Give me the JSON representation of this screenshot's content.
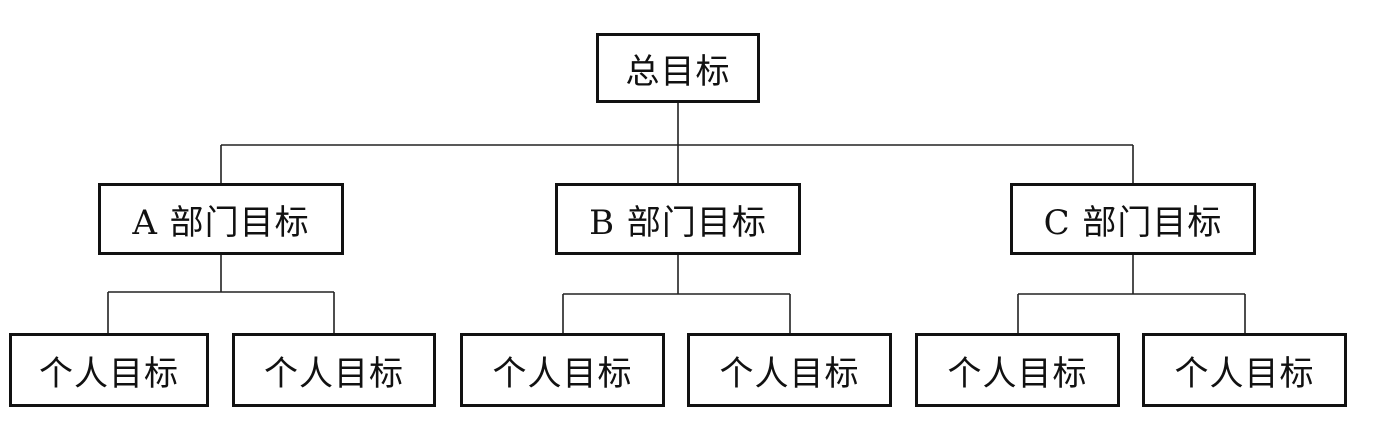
{
  "diagram": {
    "root": {
      "label": "总目标"
    },
    "departments": [
      {
        "label": "A 部门目标",
        "children": [
          {
            "label": "个人目标"
          },
          {
            "label": "个人目标"
          }
        ]
      },
      {
        "label": "B 部门目标",
        "children": [
          {
            "label": "个人目标"
          },
          {
            "label": "个人目标"
          }
        ]
      },
      {
        "label": "C 部门目标",
        "children": [
          {
            "label": "个人目标"
          },
          {
            "label": "个人目标"
          }
        ]
      }
    ]
  }
}
